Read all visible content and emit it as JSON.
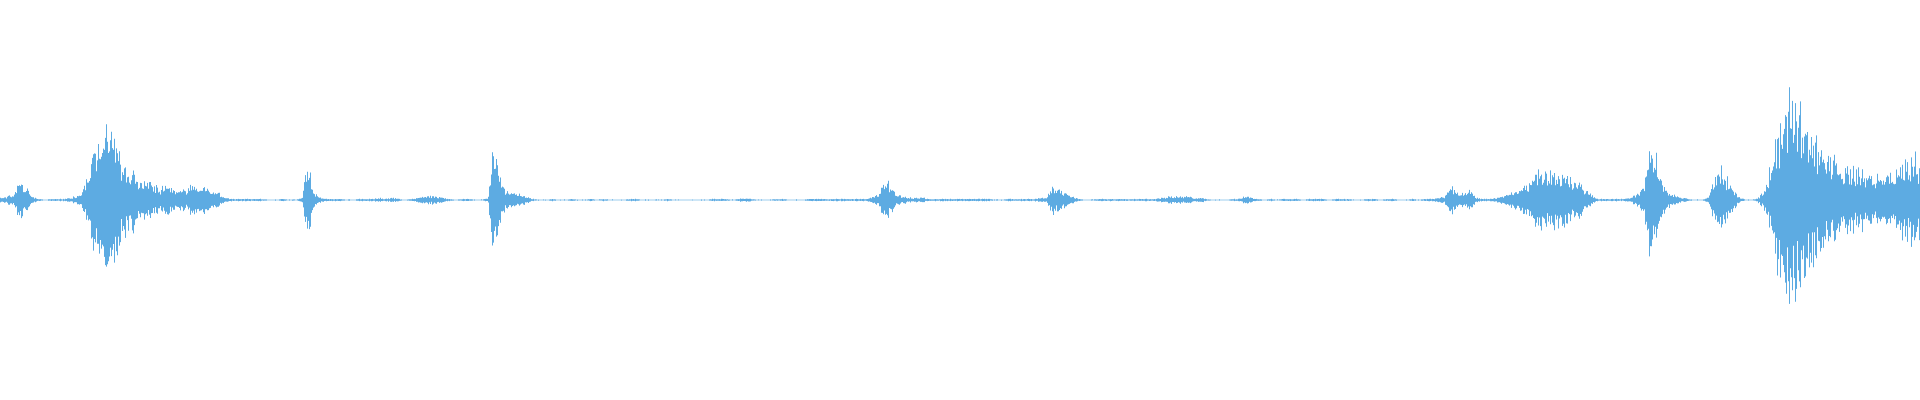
{
  "waveform": {
    "color": "#5dabe2",
    "background": "#ffffff",
    "amplitude_profile": [
      0.02,
      0.03,
      0.05,
      0.16,
      0.1,
      0.03,
      0.01,
      0.0,
      0.01,
      0.01,
      0.01,
      0.02,
      0.04,
      0.1,
      0.32,
      0.48,
      0.7,
      0.66,
      0.5,
      0.36,
      0.28,
      0.24,
      0.21,
      0.16,
      0.14,
      0.1,
      0.12,
      0.1,
      0.09,
      0.1,
      0.12,
      0.12,
      0.1,
      0.08,
      0.06,
      0.02,
      0.01,
      0.01,
      0.01,
      0.01,
      0.01,
      0.01,
      0.0,
      0.0,
      0.01,
      0.0,
      0.0,
      0.02,
      0.34,
      0.05,
      0.02,
      0.01,
      0.01,
      0.01,
      0.0,
      0.0,
      0.01,
      0.01,
      0.01,
      0.02,
      0.01,
      0.02,
      0.01,
      0.0,
      0.01,
      0.02,
      0.03,
      0.04,
      0.03,
      0.02,
      0.01,
      0.0,
      0.01,
      0.01,
      0.0,
      0.0,
      0.02,
      0.55,
      0.14,
      0.08,
      0.06,
      0.05,
      0.03,
      0.01,
      0.0,
      0.0,
      0.01,
      0.0,
      0.0,
      0.01,
      0.0,
      0.0,
      0.01,
      0.0,
      0.01,
      0.0,
      0.0,
      0.0,
      0.01,
      0.01,
      0.0,
      0.0,
      0.0,
      0.0,
      0.01,
      0.0,
      0.0,
      0.0,
      0.0,
      0.0,
      0.0,
      0.01,
      0.01,
      0.01,
      0.0,
      0.01,
      0.02,
      0.01,
      0.0,
      0.0,
      0.0,
      0.01,
      0.01,
      0.0,
      0.0,
      0.0,
      0.01,
      0.01,
      0.01,
      0.01,
      0.01,
      0.01,
      0.01,
      0.01,
      0.01,
      0.01,
      0.03,
      0.06,
      0.2,
      0.09,
      0.04,
      0.03,
      0.02,
      0.02,
      0.02,
      0.01,
      0.01,
      0.01,
      0.01,
      0.01,
      0.01,
      0.01,
      0.01,
      0.01,
      0.01,
      0.0,
      0.0,
      0.01,
      0.01,
      0.01,
      0.01,
      0.01,
      0.02,
      0.02,
      0.12,
      0.1,
      0.06,
      0.03,
      0.01,
      0.0,
      0.0,
      0.01,
      0.01,
      0.01,
      0.01,
      0.01,
      0.01,
      0.01,
      0.01,
      0.01,
      0.01,
      0.02,
      0.03,
      0.03,
      0.03,
      0.03,
      0.02,
      0.02,
      0.01,
      0.0,
      0.0,
      0.0,
      0.01,
      0.01,
      0.04,
      0.02,
      0.01,
      0.0,
      0.01,
      0.0,
      0.01,
      0.01,
      0.01,
      0.0,
      0.01,
      0.01,
      0.01,
      0.0,
      0.01,
      0.01,
      0.01,
      0.0,
      0.0,
      0.01,
      0.01,
      0.0,
      0.01,
      0.01,
      0.0,
      0.0,
      0.01,
      0.0,
      0.01,
      0.01,
      0.02,
      0.03,
      0.14,
      0.06,
      0.05,
      0.08,
      0.02,
      0.01,
      0.01,
      0.02,
      0.03,
      0.05,
      0.07,
      0.1,
      0.16,
      0.22,
      0.26,
      0.24,
      0.24,
      0.2,
      0.22,
      0.18,
      0.14,
      0.1,
      0.04,
      0.01,
      0.01,
      0.01,
      0.01,
      0.01,
      0.02,
      0.06,
      0.1,
      0.48,
      0.36,
      0.14,
      0.06,
      0.04,
      0.02,
      0.01,
      0.0,
      0.0,
      0.02,
      0.16,
      0.3,
      0.2,
      0.08,
      0.02,
      0.0,
      0.0,
      0.03,
      0.1,
      0.36,
      0.6,
      0.76,
      0.94,
      0.86,
      0.84,
      0.6,
      0.52,
      0.46,
      0.4,
      0.34,
      0.3,
      0.28,
      0.26,
      0.24,
      0.22,
      0.2,
      0.26,
      0.24,
      0.22,
      0.32,
      0.36,
      0.4,
      0.3
    ]
  }
}
